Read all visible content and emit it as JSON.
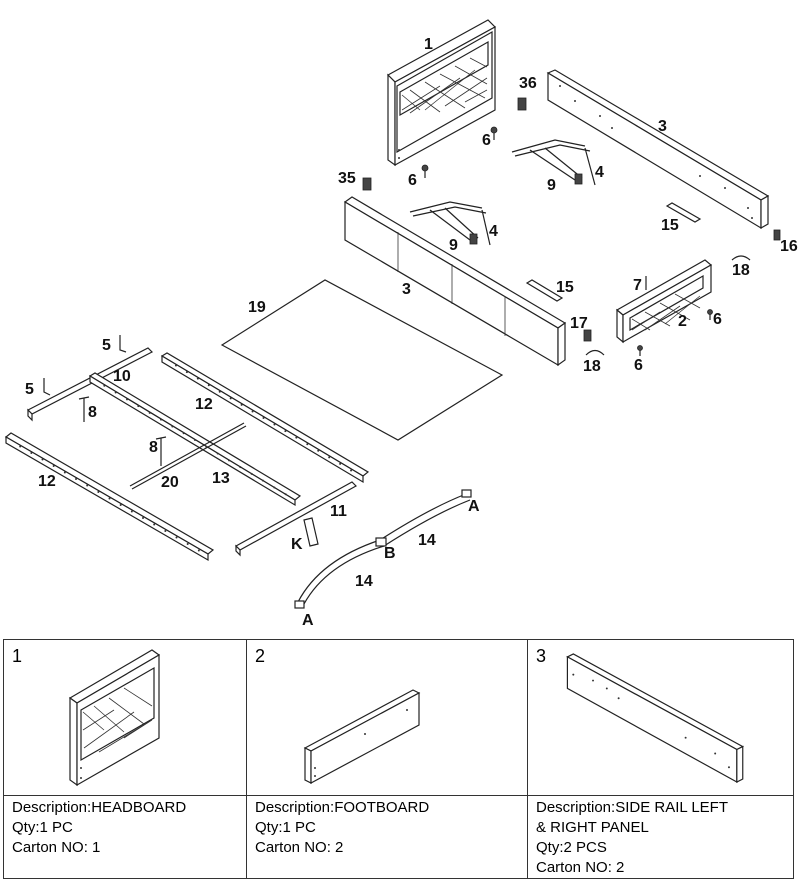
{
  "diagram": {
    "callouts": {
      "c1": "1",
      "c2": "2",
      "c3a": "3",
      "c3b": "3",
      "c4a": "4",
      "c4b": "4",
      "c5a": "5",
      "c5b": "5",
      "c6a": "6",
      "c6b": "6",
      "c6c": "6",
      "c6d": "6",
      "c7": "7",
      "c8a": "8",
      "c8b": "8",
      "c9a": "9",
      "c9b": "9",
      "c10": "10",
      "c11": "11",
      "c12a": "12",
      "c12b": "12",
      "c13": "13",
      "c14a": "14",
      "c14b": "14",
      "c15a": "15",
      "c15b": "15",
      "c16": "16",
      "c17": "17",
      "c18a": "18",
      "c18b": "18",
      "c19": "19",
      "c20": "20",
      "c35": "35",
      "c36": "36",
      "cA1": "A",
      "cA2": "A",
      "cB": "B",
      "cK": "K"
    }
  },
  "parts_table": [
    {
      "number": "1",
      "description": "Description:HEADBOARD",
      "qty": "Qty:1 PC",
      "carton": "Carton NO: 1"
    },
    {
      "number": "2",
      "description": "Description:FOOTBOARD",
      "qty": "Qty:1 PC",
      "carton": "Carton NO: 2"
    },
    {
      "number": "3",
      "description_line1": "Description:SIDE RAIL LEFT",
      "description_line2": "& RIGHT PANEL",
      "qty": "Qty:2 PCS",
      "carton": "Carton NO: 2"
    }
  ]
}
